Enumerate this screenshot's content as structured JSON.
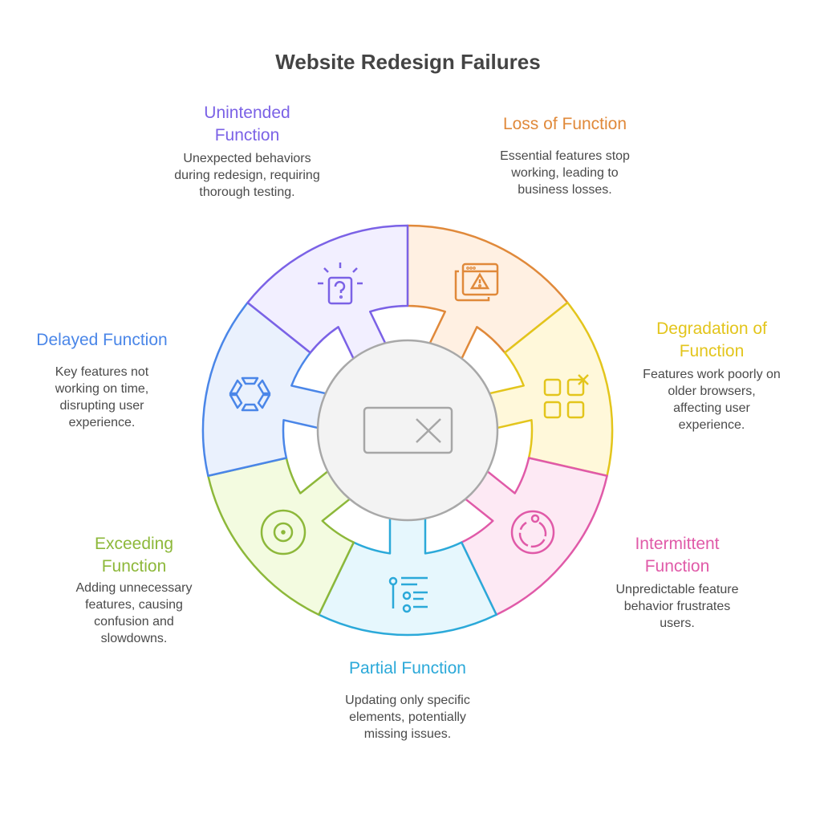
{
  "title": "Website Redesign Failures",
  "center_icon": "window-close-icon",
  "segments": [
    {
      "id": "loss",
      "title": "Loss of Function",
      "description": "Essential features stop\nworking, leading to\nbusiness losses.",
      "stroke": "#E0893A",
      "fill": "#FFF0E2",
      "text_color": "#E0893A",
      "icon": "browser-warning-icon"
    },
    {
      "id": "degradation",
      "title": "Degradation of\nFunction",
      "description": "Features work poorly on\nolder browsers,\naffecting user\nexperience.",
      "stroke": "#E3C51C",
      "fill": "#FFF8DA",
      "text_color": "#E3C51C",
      "icon": "grid-remove-icon"
    },
    {
      "id": "intermittent",
      "title": "Intermittent\nFunction",
      "description": "Unpredictable feature\nbehavior frustrates\nusers.",
      "stroke": "#E05AA8",
      "fill": "#FDE9F4",
      "text_color": "#E05AA8",
      "icon": "loading-dial-icon"
    },
    {
      "id": "partial",
      "title": "Partial Function",
      "description": "Updating only specific\nelements, potentially\nmissing issues.",
      "stroke": "#2BA9D9",
      "fill": "#E6F7FD",
      "text_color": "#2BA9D9",
      "icon": "list-options-icon"
    },
    {
      "id": "exceeding",
      "title": "Exceeding\nFunction",
      "description": "Adding unnecessary\nfeatures, causing\nconfusion and\nslowdowns.",
      "stroke": "#8DB83A",
      "fill": "#F3FBE0",
      "text_color": "#8DB83A",
      "icon": "target-icon"
    },
    {
      "id": "delayed",
      "title": "Delayed Function",
      "description": "Key features not\nworking on time,\ndisrupting user\nexperience.",
      "stroke": "#4A86E8",
      "fill": "#EAF1FD",
      "text_color": "#4A86E8",
      "icon": "loading-hexagon-icon"
    },
    {
      "id": "unintended",
      "title": "Unintended\nFunction",
      "description": "Unexpected behaviors\nduring redesign, requiring\nthorough testing.",
      "stroke": "#7B62E6",
      "fill": "#F2EFFF",
      "text_color": "#7B62E6",
      "icon": "question-box-icon"
    }
  ]
}
